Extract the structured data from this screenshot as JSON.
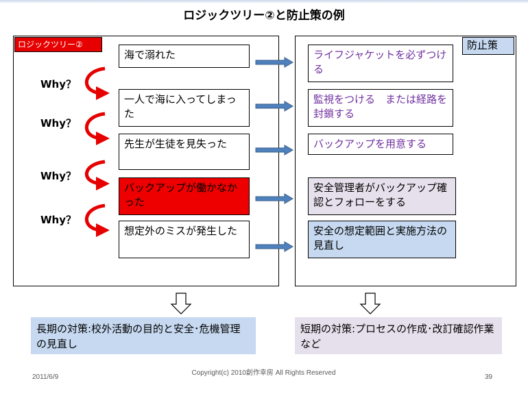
{
  "title": "ロジックツリー②と防止策の例",
  "left_label": "ロジックツリー②",
  "right_label": "防止策",
  "why_label": "Why？",
  "tree": [
    "海で溺れた",
    "一人で海に入ってしまった",
    "先生が生徒を見失った",
    "バックアップが働かなかった",
    "想定外のミスが発生した"
  ],
  "measures": [
    "ライフジャケットを必ずつける",
    "監視をつける　または経路を封鎖する",
    "バックアップを用意する",
    "安全管理者がバックアップ確認とフォローをする",
    "安全の想定範囲と実施方法の見直し"
  ],
  "long_term": "長期の対策:校外活動の目的と安全･危機管理の見直し",
  "short_term": "短期の対策:プロセスの作成･改訂確認作業など",
  "footer": {
    "date": "2011/6/9",
    "copyright": "Copyright(c)  2010創作幸房 All Rights Reserved",
    "page": "39"
  },
  "colors": {
    "accent_red": "#e60000",
    "arrow_blue": "#4f81bd",
    "light_blue": "#c6d9f1",
    "light_purple": "#e6e0ec",
    "purple_text": "#7030a0"
  }
}
